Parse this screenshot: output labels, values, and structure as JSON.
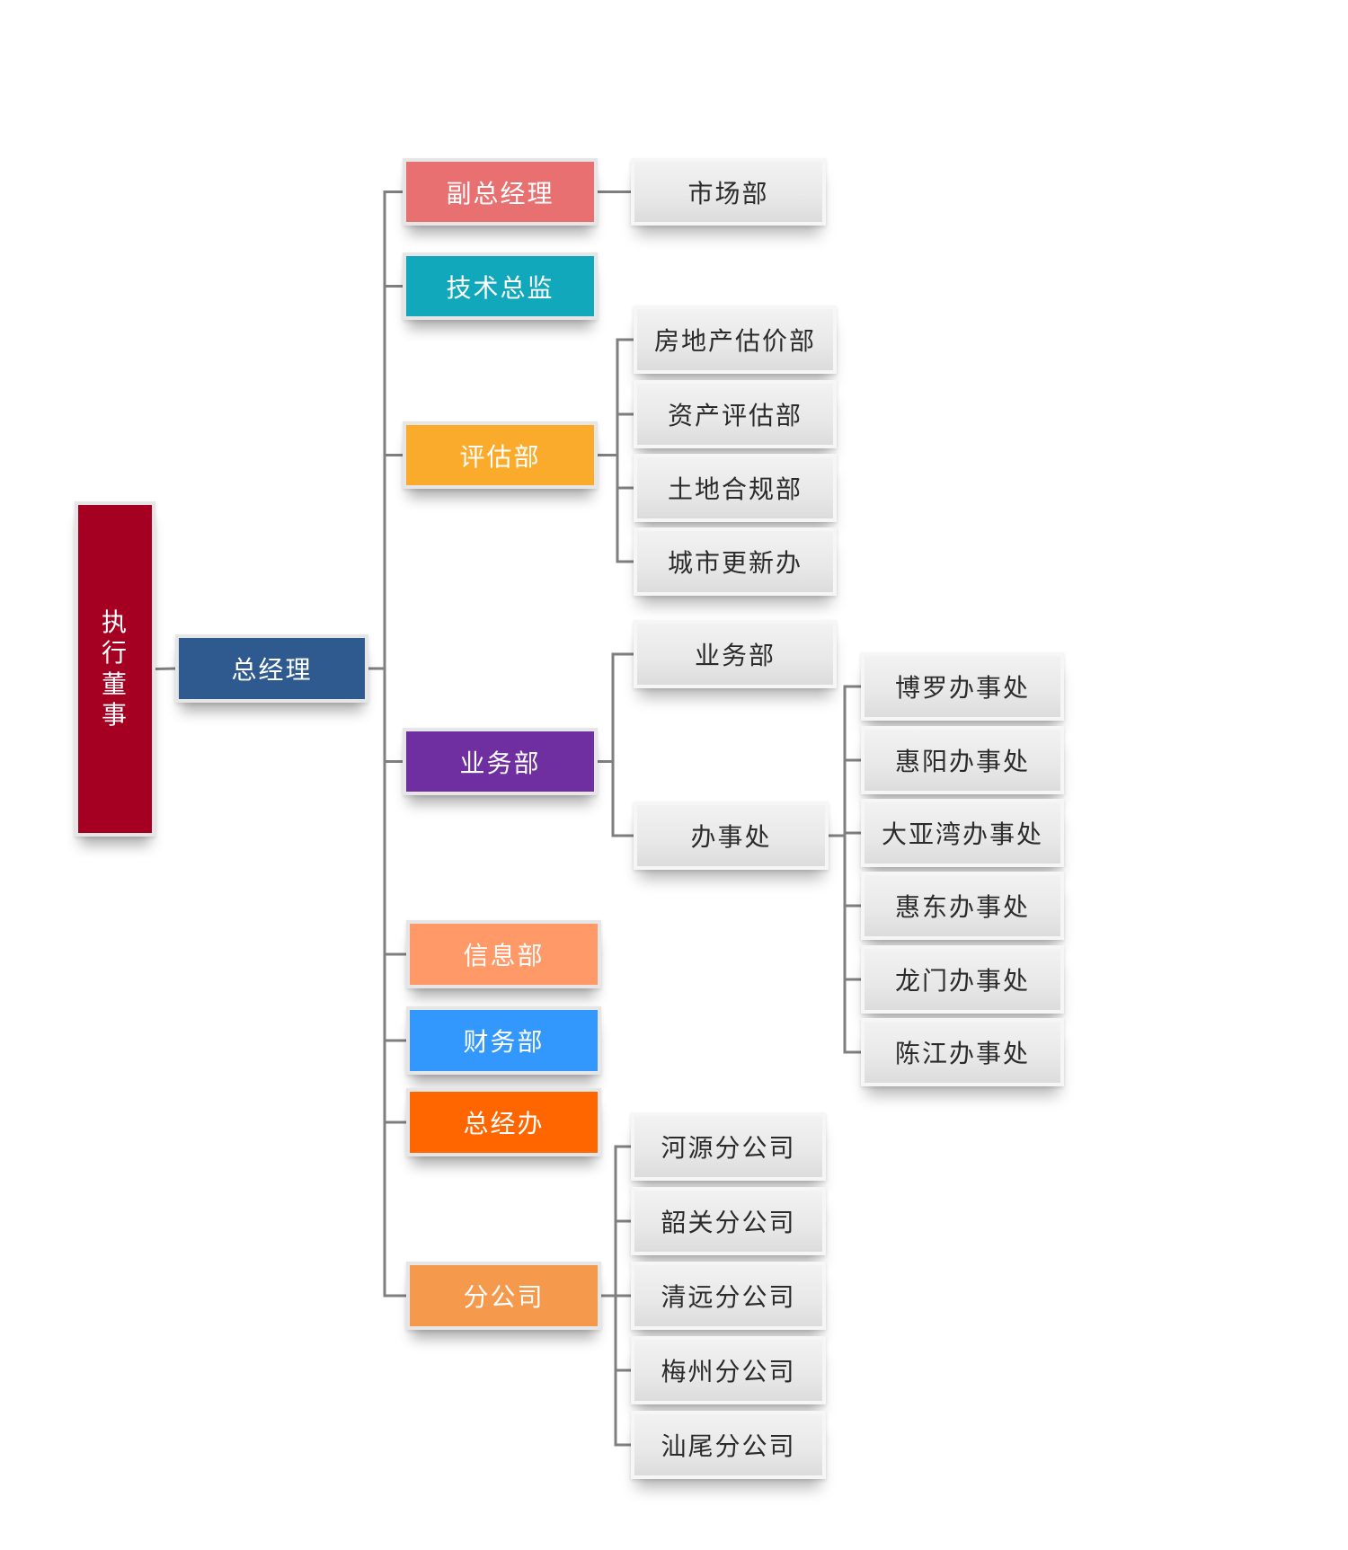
{
  "chairman": {
    "chars": [
      "执",
      "行",
      "董",
      "事"
    ],
    "color": "#a50021"
  },
  "ceo": {
    "label": "总经理",
    "color": "#2f5a8f"
  },
  "departments": [
    {
      "label": "副总经理",
      "color": "#e87070",
      "children": [
        "市场部"
      ]
    },
    {
      "label": "技术总监",
      "color": "#12a8bc",
      "children": []
    },
    {
      "label": "评估部",
      "color": "#fbab2c",
      "children": [
        "房地产估价部",
        "资产评估部",
        "土地合规部",
        "城市更新办"
      ]
    },
    {
      "label": "业务部",
      "color": "#6f2fa0",
      "children": [
        "业务部",
        "办事处"
      ],
      "offices": [
        "博罗办事处",
        "惠阳办事处",
        "大亚湾办事处",
        "惠东办事处",
        "龙门办事处",
        "陈江办事处"
      ]
    },
    {
      "label": "信息部",
      "color": "#ff9a68",
      "children": []
    },
    {
      "label": "财务部",
      "color": "#3298fe",
      "children": []
    },
    {
      "label": "总经办",
      "color": "#ff6600",
      "children": []
    },
    {
      "label": "分公司",
      "color": "#f5994d",
      "children": [
        "河源分公司",
        "韶关分公司",
        "清远分公司",
        "梅州分公司",
        "汕尾分公司"
      ]
    }
  ]
}
